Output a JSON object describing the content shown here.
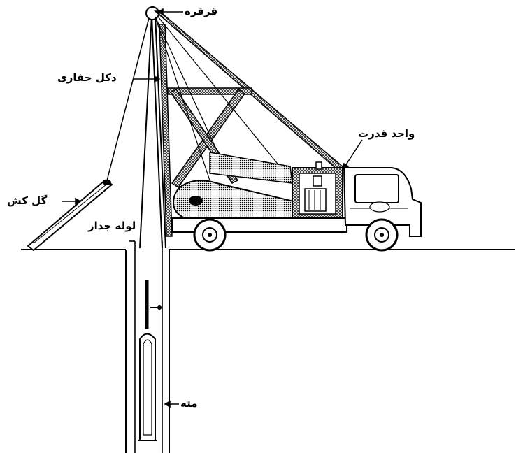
{
  "labels": {
    "pulley": "قرقره",
    "derrick": "دکل حفاری",
    "power_unit": "واحد قدرت",
    "mud_bailer": "گل کش",
    "casing_pipe": "لوله جدار",
    "drill_bit": "مته"
  },
  "colors": {
    "line": "#000000",
    "background": "#ffffff",
    "hatch": "#000000"
  }
}
